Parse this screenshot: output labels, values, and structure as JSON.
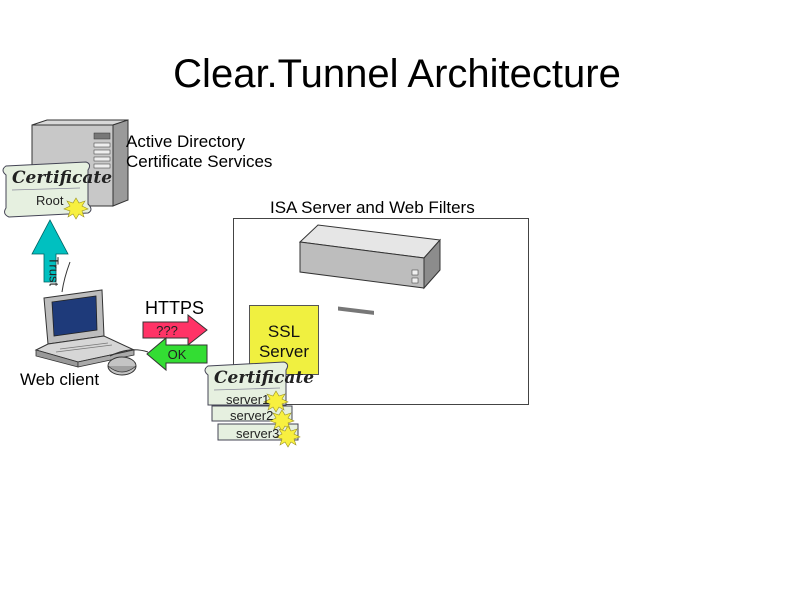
{
  "title": "Clear.Tunnel Architecture",
  "active_directory": {
    "line1": "Active Directory",
    "line2": "Certificate Services"
  },
  "root_certificate": {
    "heading": "Certificate",
    "name": "Root"
  },
  "isa_label": "ISA Server and Web Filters",
  "trust_label": "Trust",
  "https_label": "HTTPS",
  "request_label": "???",
  "response_label": "OK",
  "web_client_label": "Web client",
  "ssl_server": {
    "line1": "SSL",
    "line2": "Server"
  },
  "server_certificates": {
    "heading": "Certificate",
    "items": [
      "server1",
      "server2",
      "server3"
    ]
  },
  "colors": {
    "trust_arrow": "#00c0c0",
    "request_arrow": "#ff3366",
    "response_arrow": "#33dd33",
    "ssl_box": "#f0f040",
    "cert_paper": "#e6f0e0",
    "seal": "#f8f040"
  },
  "icons": [
    "server-tower-icon",
    "rack-server-icon",
    "laptop-icon",
    "mouse-icon",
    "certificate-icon",
    "seal-icon"
  ]
}
